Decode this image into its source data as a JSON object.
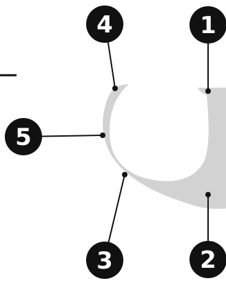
{
  "diagram": {
    "shape_color": "#d2d2d2",
    "callout_color": "#111111",
    "callout_text_color": "#ffffff",
    "callouts": [
      {
        "id": "1",
        "label": "1"
      },
      {
        "id": "2",
        "label": "2"
      },
      {
        "id": "3",
        "label": "3"
      },
      {
        "id": "4",
        "label": "4"
      },
      {
        "id": "5",
        "label": "5"
      }
    ]
  }
}
